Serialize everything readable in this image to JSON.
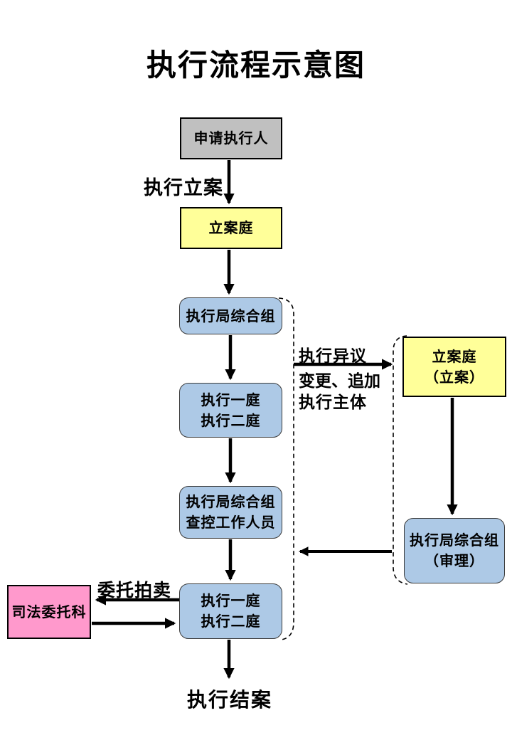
{
  "title": "执行流程示意图",
  "colors": {
    "gray": "#C0C0C0",
    "yellow": "#FFFF99",
    "blue": "#ADC9E6",
    "pink": "#FF99CC",
    "line": "#000000"
  },
  "nodes": {
    "applicant": {
      "label": "申请执行人"
    },
    "filing_division": {
      "label": "立案庭"
    },
    "exec_bureau_group": {
      "label": "执行局综合组"
    },
    "exec_courts_upper": {
      "lines": [
        "执行一庭",
        "执行二庭"
      ]
    },
    "exec_bureau_staff": {
      "lines": [
        "执行局综合组",
        "查控工作人员"
      ]
    },
    "exec_courts_lower": {
      "lines": [
        "执行一庭",
        "执行二庭"
      ]
    },
    "judicial_entrust_dept": {
      "label": "司法委托科"
    },
    "filing_division_case": {
      "lines": [
        "立案庭",
        "（立案）"
      ]
    },
    "exec_bureau_review": {
      "lines": [
        "执行局综合组",
        "（审理）"
      ]
    }
  },
  "edge_labels": {
    "exec_filing": "执行立案",
    "exec_objection": "执行异议",
    "change_add": "变更、追加",
    "exec_subject": "执行主体",
    "entrust_auction": "委托拍卖",
    "exec_closing": "执行结案"
  }
}
